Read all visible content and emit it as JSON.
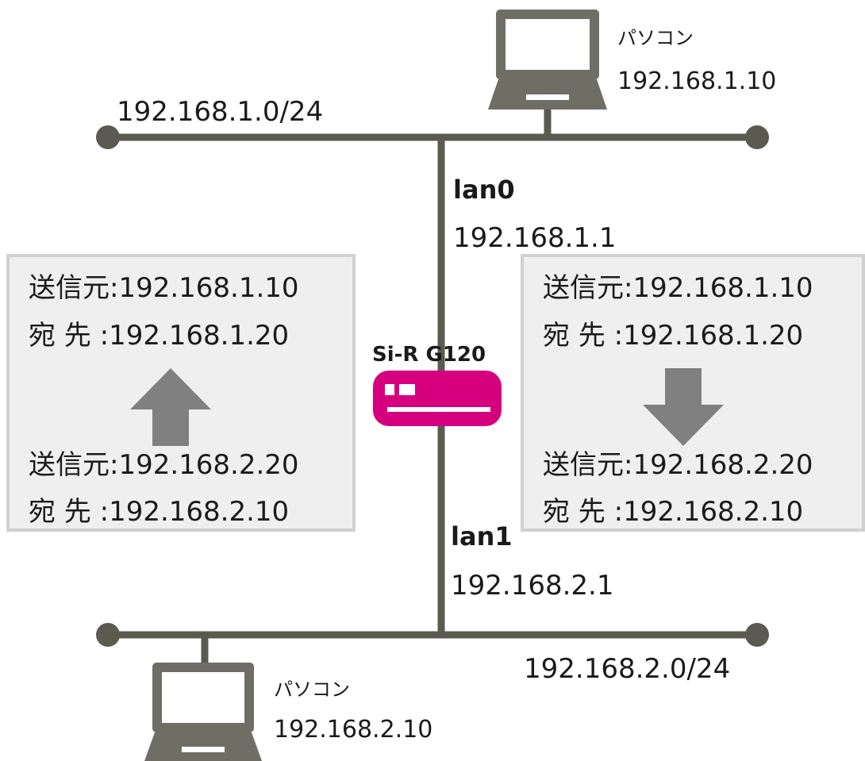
{
  "network_top": {
    "subnet": "192.168.1.0/24"
  },
  "network_bottom": {
    "subnet": "192.168.2.0/24"
  },
  "pc_top": {
    "label": "パソコン",
    "ip": "192.168.1.10"
  },
  "pc_bottom": {
    "label": "パソコン",
    "ip": "192.168.2.10"
  },
  "router": {
    "name": "Si-R G120",
    "color": "#d6007f",
    "lan0": {
      "name": "lan0",
      "ip": "192.168.1.1"
    },
    "lan1": {
      "name": "lan1",
      "ip": "192.168.2.1"
    }
  },
  "panel_left": {
    "arrow": "up-arrow-icon",
    "before": {
      "src": "送信元:192.168.1.10",
      "dst": "宛 先 :192.168.1.20"
    },
    "after": {
      "src": "送信元:192.168.2.20",
      "dst": "宛 先 :192.168.2.10"
    }
  },
  "panel_right": {
    "arrow": "down-arrow-icon",
    "before": {
      "src": "送信元:192.168.1.10",
      "dst": "宛 先 :192.168.1.20"
    },
    "after": {
      "src": "送信元:192.168.2.20",
      "dst": "宛 先 :192.168.2.10"
    }
  },
  "colors": {
    "line": "#5a5a50",
    "laptop": "#6e6e65",
    "arrow": "#808080",
    "panel_bg": "#efefef"
  }
}
